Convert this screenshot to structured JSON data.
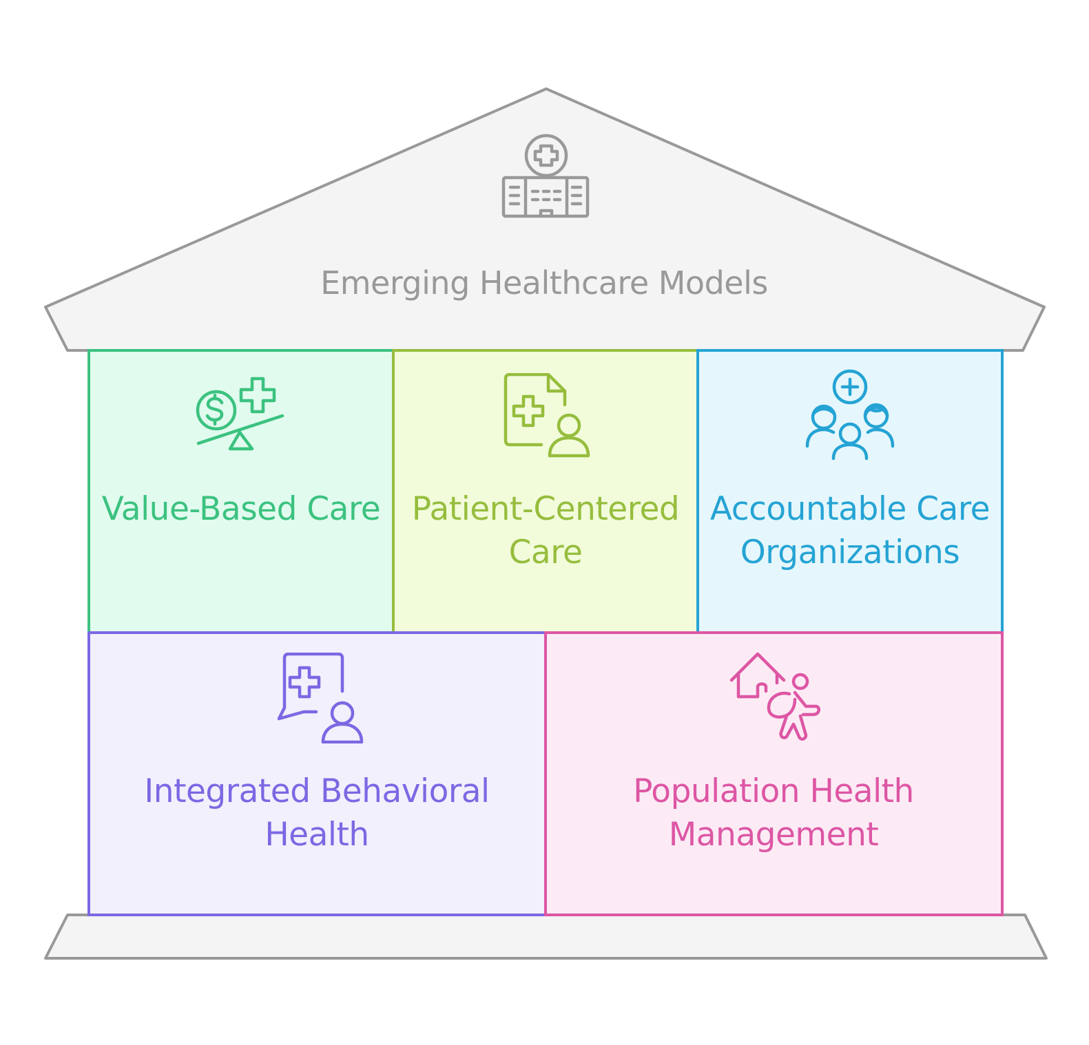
{
  "title": "Emerging Healthcare Models",
  "colors": {
    "roof_fill": "#f4f4f4",
    "roof_stroke": "#999999",
    "title_text": "#999999",
    "value_based": "#3bc27f",
    "patient_centered": "#96bd3d",
    "accountable": "#25a3d4",
    "integrated": "#7b68e3",
    "population": "#dd56a4"
  },
  "pillars": [
    {
      "id": "value-based-care",
      "label": "Value-Based Care",
      "icon": "money-health-balance-icon",
      "fill": "#e1fbef",
      "color": "#3bc27f"
    },
    {
      "id": "patient-centered-care",
      "label": "Patient-Centered Care",
      "icon": "patient-medical-record-icon",
      "fill": "#f2fcdb",
      "color": "#96bd3d"
    },
    {
      "id": "accountable-care-organizations",
      "label": "Accountable Care Organizations",
      "icon": "care-team-group-icon",
      "fill": "#e5f7fc",
      "color": "#25a3d4"
    },
    {
      "id": "integrated-behavioral-health",
      "label": "Integrated Behavioral Health",
      "icon": "medical-chat-person-icon",
      "fill": "#f1f0fc",
      "color": "#7b68e3"
    },
    {
      "id": "population-health-management",
      "label": "Population Health Management",
      "icon": "home-walking-person-icon",
      "fill": "#fcebf5",
      "color": "#dd56a4"
    }
  ]
}
